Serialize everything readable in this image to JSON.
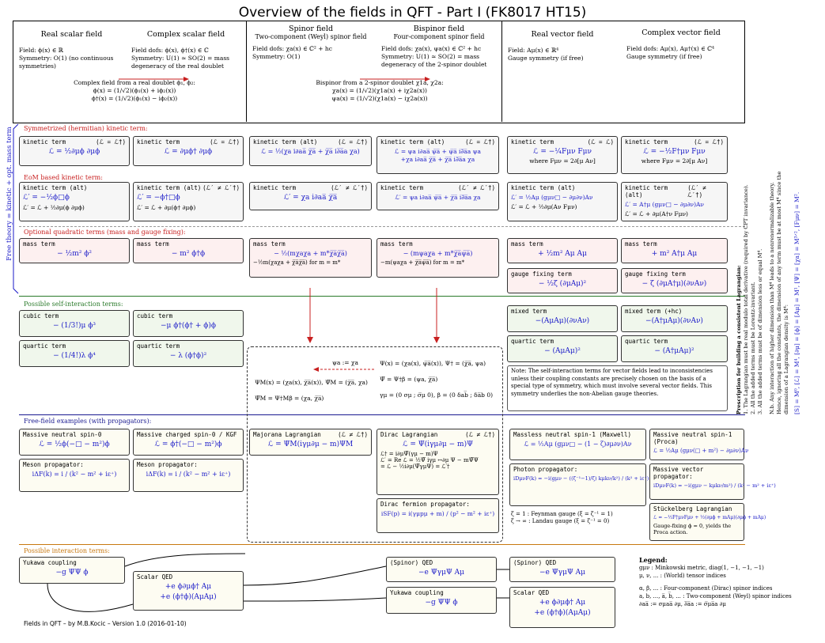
{
  "title": "Overview of the fields in QFT - Part I (FK8017 HT15)",
  "header": {
    "real_scalar": {
      "name": "Real scalar field",
      "l1": "Field: ϕ(x) ∈ ℝ",
      "l2": "Symmetry: O(1) (no continuous",
      "l3": "symmetries)"
    },
    "complex_scalar": {
      "name": "Complex scalar field",
      "l1": "Field dofs: ϕ(x), ϕ†(x) ∈ ℂ",
      "l2": "Symmetry: U(1) ≃ SO(2) = mass",
      "l3": "degeneracy of the real doublet"
    },
    "complex_note": [
      "Complex field from a real doublet ϕ₁, ϕ₂:",
      "ϕ(x) = (1/√2)(ϕ₁(x) + iϕ₂(x))",
      "ϕ†(x) = (1/√2)(ϕ₁(x) − iϕ₂(x))"
    ],
    "spinor": {
      "name": "Spinor field",
      "sub": "Two-component (Weyl) spinor field",
      "l1": "Field dofs: χa(x) ∈ ℂ² + hc",
      "l2": "Symmetry: O(1)"
    },
    "bispinor": {
      "name": "Bispinor field",
      "sub": "Four-component spinor field",
      "l1": "Field dofs: χa(x), ψa(x) ∈ ℂ² + hc",
      "l2": "Symmetry: U(1) ≃ SO(2) = mass",
      "l3": "degeneracy of the 2-spinor doublet"
    },
    "bispinor_note": [
      "Bispinor from a 2-spinor doublet χ1a, χ2a:",
      "χa(x) = (1/√2)(χ1a(x) + iχ2a(x))",
      "ψa(x) = (1/√2)(χ1a(x) − iχ2a(x))"
    ],
    "real_vector": {
      "name": "Real vector field",
      "l1": "Field: Aμ(x) ∈ ℝ⁴",
      "l2": "Gauge symmetry (if free)"
    },
    "complex_vector": {
      "name": "Complex vector field",
      "l1": "Field dofs: Aμ(x), Aμ†(x) ∈ ℂ⁴",
      "l2": "Gauge symmetry (if free)"
    }
  },
  "sections": {
    "sym_kin": "Symmetrized (hermitian) kinetic term:",
    "eom_kin": "EoM based kinetic term:",
    "quad": "Optional quadratic terms (mass and gauge fixing):",
    "self": "Possible self-interaction terms:",
    "free": "Free-field examples (with propagators):",
    "inter": "Possible interaction terms:",
    "side": "Free theory = kinetic + opt. mass term"
  },
  "kin_row1": [
    {
      "t": "kinetic term",
      "c": "(ℒ = ℒ†)",
      "eq": "ℒ = ½∂μϕ ∂μϕ"
    },
    {
      "t": "kinetic term",
      "c": "(ℒ = ℒ†)",
      "eq": "ℒ = ∂μϕ† ∂μϕ"
    },
    {
      "t": "kinetic term (alt)",
      "c": "(ℒ = ℒ†)",
      "eq": "ℒ = ½(χa i∂aa̅ χ̅a̅ + χ̅a̅ i∂̅a̅a χa)"
    },
    {
      "t": "kinetic term (alt)",
      "c": "(ℒ = ℒ†)",
      "eq": "ℒ = ψa i∂aa̅ ψ̅a̅ + ψ̅a̅ i∂̅a̅a ψa",
      "eq2": "+χa i∂aa̅ χ̅a̅ + χ̅a̅ i∂̅a̅a χa"
    },
    {
      "t": "kinetic term",
      "c": "(ℒ = ℒ)",
      "eq": "ℒ = −¼Fμν Fμν",
      "eq2": "where Fμν = 2∂[μ Aν]"
    },
    {
      "t": "kinetic term",
      "c": "(ℒ = ℒ†)",
      "eq": "ℒ = −½F†μν Fμν",
      "eq2": "where Fμν = 2∂[μ Aν]"
    }
  ],
  "kin_row2": [
    {
      "t": "kinetic term (alt)",
      "c": "",
      "eq": "ℒ′ = −½ϕ□ϕ",
      "eq2": "ℒ′ = ℒ + ½∂μ(ϕ ∂μϕ)"
    },
    {
      "t": "kinetic term (alt)",
      "c": "(ℒ′ ≠ ℒ′†)",
      "eq": "ℒ′ = −ϕ†□ϕ",
      "eq2": "ℒ′ = ℒ + ∂μ(ϕ† ∂μϕ)"
    },
    {
      "t": "kinetic term",
      "c": "(ℒ′ ≠ ℒ′†)",
      "eq": "ℒ′ = χa i∂aa̅ χ̅a̅"
    },
    {
      "t": "kinetic term",
      "c": "(ℒ′ ≠ ℒ′†)",
      "eq": "ℒ′ = ψa i∂aa̅ ψ̅a̅ + χ̅a̅ i∂̅a̅a χa"
    },
    {
      "t": "kinetic term (alt)",
      "c": "",
      "eq": "ℒ′ = ½Aμ (gμν□ − ∂μ∂ν)Aν",
      "eq2": "ℒ′ = ℒ + ½∂μ(Aν Fμν)"
    },
    {
      "t": "kinetic term (alt)",
      "c": "(ℒ′ ≠ ℒ′†)",
      "eq": "ℒ′ = A†μ (gμν□ − ∂μ∂ν)Aν",
      "eq2": "ℒ′ = ℒ + ∂μ(A†ν Fμν)"
    }
  ],
  "mass_row": [
    {
      "t": "mass term",
      "eq": "− ½m² ϕ²"
    },
    {
      "t": "mass term",
      "eq": "− m² ϕ†ϕ"
    },
    {
      "t": "mass term",
      "eq": "− ½(mχaχa + m*χ̅a̅χ̅a̅)",
      "eq2": "−½m(χaχa + χ̅a̅χ̅a̅)     for m = m*"
    },
    {
      "t": "mass term",
      "eq": "− (mψaχa + m*χ̅a̅ψ̅a̅)",
      "eq2": "−m(ψaχa + χ̅a̅ψ̅a̅)     for m = m*"
    },
    {
      "t": "mass term",
      "eq": "+ ½m² Aμ Aμ"
    },
    {
      "t": "mass term",
      "eq": "+ m² A†μ Aμ"
    }
  ],
  "gauge_fix": [
    {
      "t": "gauge fixing term",
      "eq": "− ½ζ (∂μAμ)²"
    },
    {
      "t": "gauge fixing term",
      "eq": "− ζ (∂μA†μ)(∂νAν)"
    }
  ],
  "self_row": [
    {
      "t": "cubic term",
      "eq": "− (1/3!)μ ϕ³"
    },
    {
      "t": "cubic term",
      "eq": "−μ ϕ†(ϕ† + ϕ)ϕ"
    },
    {
      "t": "quartic term",
      "eq": "− (1/4!)λ ϕ⁴"
    },
    {
      "t": "quartic term",
      "eq": "− λ (ϕ†ϕ)²"
    },
    {
      "t": "mixed term",
      "eq": "−(AμAμ)(∂νAν)"
    },
    {
      "t": "mixed term (+hc)",
      "eq": "−(A†μAμ)(∂νAν)"
    },
    {
      "t": "quartic term",
      "eq": "− (AμAμ)²"
    },
    {
      "t": "quartic term",
      "eq": "− (A†μAμ)²"
    }
  ],
  "note": "Note: The self-interaction terms for vector fields lead to inconsistencies unless their coupling constants are precisely chosen on the basis of a special type of symmetry, which must involve several vector fields. This symmetry underlies the non-Abelian gauge theories.",
  "dashed": {
    "l1": "ψa := χa",
    "l2": "ΨM(x) = (χa(x), χ̅a̅(x)),  Ψ̅M = (χ̅a̅, χa)",
    "l3": "Ψ̅M = Ψ†Mβ = (χa, χ̅a̅)",
    "r1": "Ψ(x) = (χa(x), ψ̅a̅(x)),  Ψ† = (χ̅a̅, ψa)",
    "r2": "Ψ̅ = Ψ†β = (ψa, χ̅a̅)",
    "r3": "γμ = (0 σμ ; σ̅μ 0),  β = (0 δab̅ ; δa̅b 0)"
  },
  "free_row": [
    {
      "t": "Massive neutral spin-0",
      "eq": "ℒ = ½ϕ(−□ − m²)ϕ"
    },
    {
      "t": "Massive charged spin-0 / KGF",
      "eq": "ℒ = ϕ†(−□ − m²)ϕ"
    },
    {
      "t": "Majorana Lagrangian",
      "c": "(ℒ ≠ ℒ†)",
      "eq": "ℒ = Ψ̅M(iγμ∂μ − m)ΨM"
    },
    {
      "t": "Dirac Lagrangian",
      "c": "(ℒ ≠ ℒ†)",
      "eq": "ℒ = Ψ̅(iγμ∂μ − m)Ψ",
      "extra": [
        "ℒ† = i∂μΨ̅(γμ − m)Ψ",
        "ℒ′ = Re ℒ = ½Ψ̅ iγμ ↔∂μ Ψ − mΨ̅Ψ",
        "= ℒ − ½i∂μ(Ψ̅γμΨ) = ℒ′†"
      ]
    },
    {
      "t": "Massless neutral spin-1 (Maxwell)",
      "eq": "ℒ = ½Aμ (gμν□ − (1 − ζ)∂μ∂ν)Aν"
    },
    {
      "t": "Massive neutral spin-1 (Proca)",
      "eq": "ℒ = ½Aμ (gμν(□ + m²) − ∂μ∂ν)Aν"
    }
  ],
  "props": [
    {
      "t": "Meson propagator:",
      "eq": "iΔF(k) = i / (k² − m² + iε⁺)"
    },
    {
      "t": "Meson propagator:",
      "eq": "iΔF(k) = i / (k² − m² + iε⁺)"
    },
    {
      "t": "Dirac fermion propagator:",
      "eq": "iSF(p) = i(γμpμ + m) / (p² − m² + iε⁺)"
    },
    {
      "t": "Photon propagator:",
      "eq": "iDμνF(k) = −i(gμν − ((ζ⁻¹−1)/ζ) kμkν/k²) / (k² + iε⁺)",
      "n1": "ζ = 1 : Feynman gauge (ξ = ζ⁻¹ = 1)",
      "n2": "ζ → ∞ : Landau gauge (ξ = ζ⁻¹ = 0)"
    },
    {
      "t": "Massive vector propagator:",
      "eq": "iDμνF(k) = −i(gμν − kμkν/m²) / (k² − m² + iε⁺)"
    }
  ],
  "stueckelberg": {
    "t": "Stückelberg Lagrangian",
    "eq": "ℒ = −½F†μνFμν + ½(∂μϕ + mAμ)(∂μϕ + mAμ)",
    "n": "Gauge-fixing ϕ = 0, yields the Proca action."
  },
  "inter": [
    {
      "t": "Yukawa coupling",
      "eq": "−g Ψ̅Ψ ϕ"
    },
    {
      "t": "Scalar QED",
      "eq": "+e ϕ∂μϕ† Aμ",
      "eq2": "+e (ϕ†ϕ)(AμAμ)"
    },
    {
      "t": "(Spinor) QED",
      "eq": "−e Ψ̅γμΨ Aμ"
    },
    {
      "t": "Yukawa coupling",
      "eq": "−g Ψ̅Ψ ϕ"
    },
    {
      "t": "(Spinor) QED",
      "eq": "−e Ψ̅γμΨ Aμ"
    },
    {
      "t": "Scalar QED",
      "eq": "+e ϕ∂μϕ† Aμ",
      "eq2": "+e (ϕ†ϕ)(AμAμ)"
    }
  ],
  "legend": {
    "title": "Legend:",
    "items": [
      "gμν : Minkowski metric, diag(1, −1, −1, −1)",
      "μ, ν, ... : (World) tensor indices",
      "α, β, ... : Four-component (Dirac) spinor indices",
      "a, b, ..., a̅, b̅, ... : Two-component (Weyl) spinor indices",
      "∂aa̅ := σμaa̅ ∂μ,  ∂̅a̅a := σ̅μa̅a ∂μ"
    ]
  },
  "prescription": {
    "title": "Prescription for building a consistent Lagrangian:",
    "items": [
      "1. The Lagrangian must be real modulo total derivative (required by CPT invariance).",
      "2. All the added terms must be Lorentz-invariant.",
      "3. All the added terms must be of dimension less or equal M⁴.",
      "N.b. Any interaction of higher dimension than M⁴ leads to a nonrenormalizable theory.",
      "Hence, ignoring all the constants, the dimension of any term must be at most M⁴ since the",
      "dimension of a Lagrangian density is M⁴:"
    ],
    "dims": "[S] = M⁰, [ℒ] = M⁴, [∂μ] = [ϕ] = [Aμ] = M¹, [Ψ] = [χa] = M³ᐟ², [Fμν] = M²."
  },
  "footer": "Fields in QFT  –  by M.B.Kocic  –  Version 1.0 (2016-01-10)"
}
